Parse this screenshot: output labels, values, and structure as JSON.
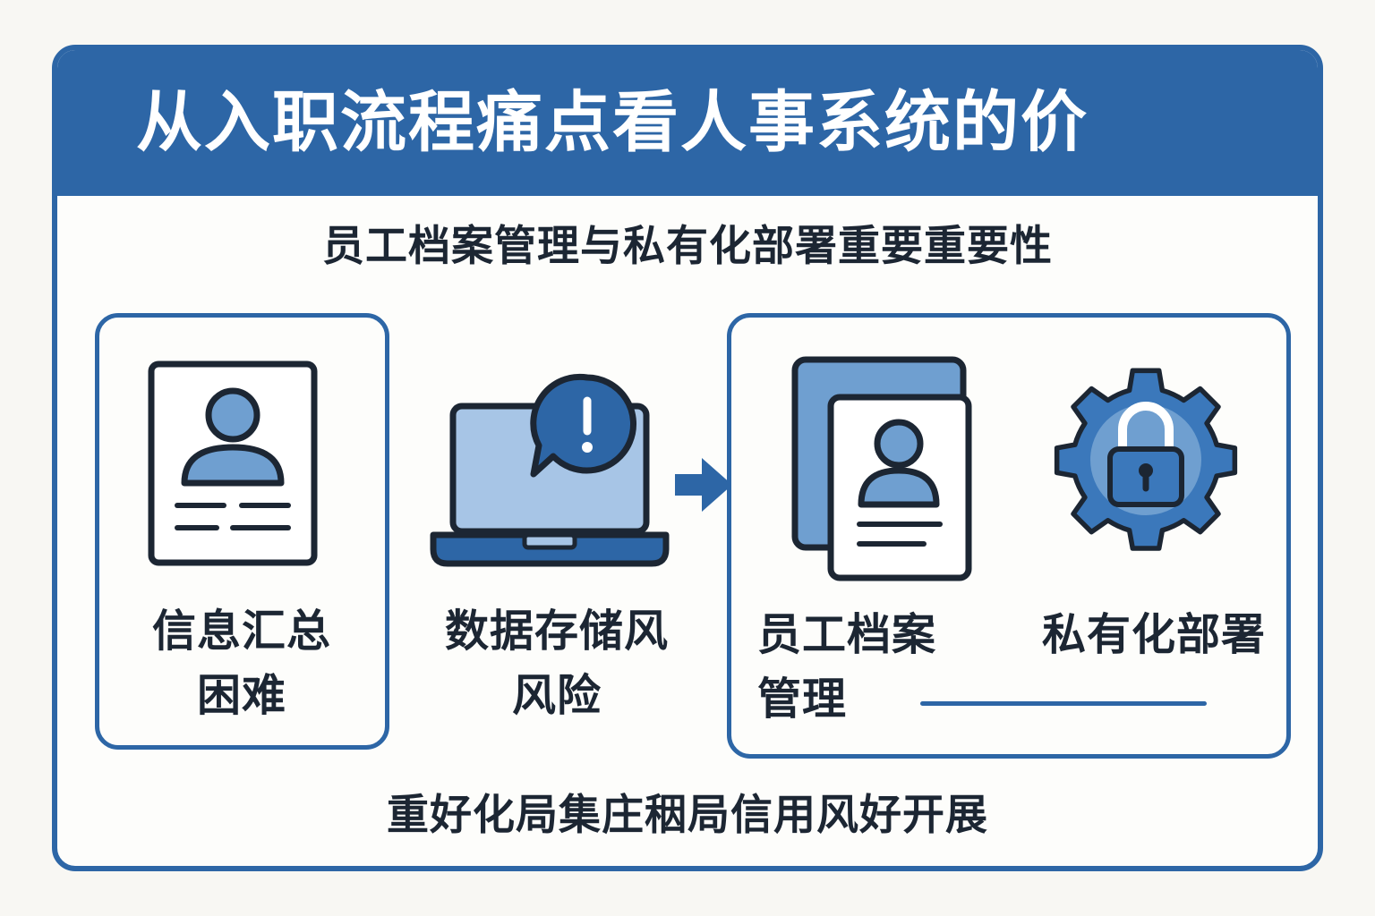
{
  "title": "从入职流程痛点看人事系统的价",
  "subtitle": "员工档案管理与私有化部署重要重要性",
  "pain_points": [
    {
      "label_line1": "信息汇总",
      "label_line2": "困难",
      "icon": "profile-card-icon"
    },
    {
      "label_line1": "数据存储风",
      "label_line2": "风险",
      "icon": "laptop-alert-icon"
    }
  ],
  "solutions": [
    {
      "label_line1": "员工档案",
      "label_line2": "管理",
      "icon": "employee-files-icon"
    },
    {
      "label_line1": "私有化部署",
      "icon": "gear-lock-icon"
    }
  ],
  "arrow_icon": "right-arrow-icon",
  "footer": "重好化局集庄秵局信用风好开展",
  "colors": {
    "primary": "#2d66a6",
    "light_blue": "#a7c5e6",
    "mid_blue": "#6f9fd0",
    "dark": "#1c2633",
    "background": "#f8f7f3"
  }
}
